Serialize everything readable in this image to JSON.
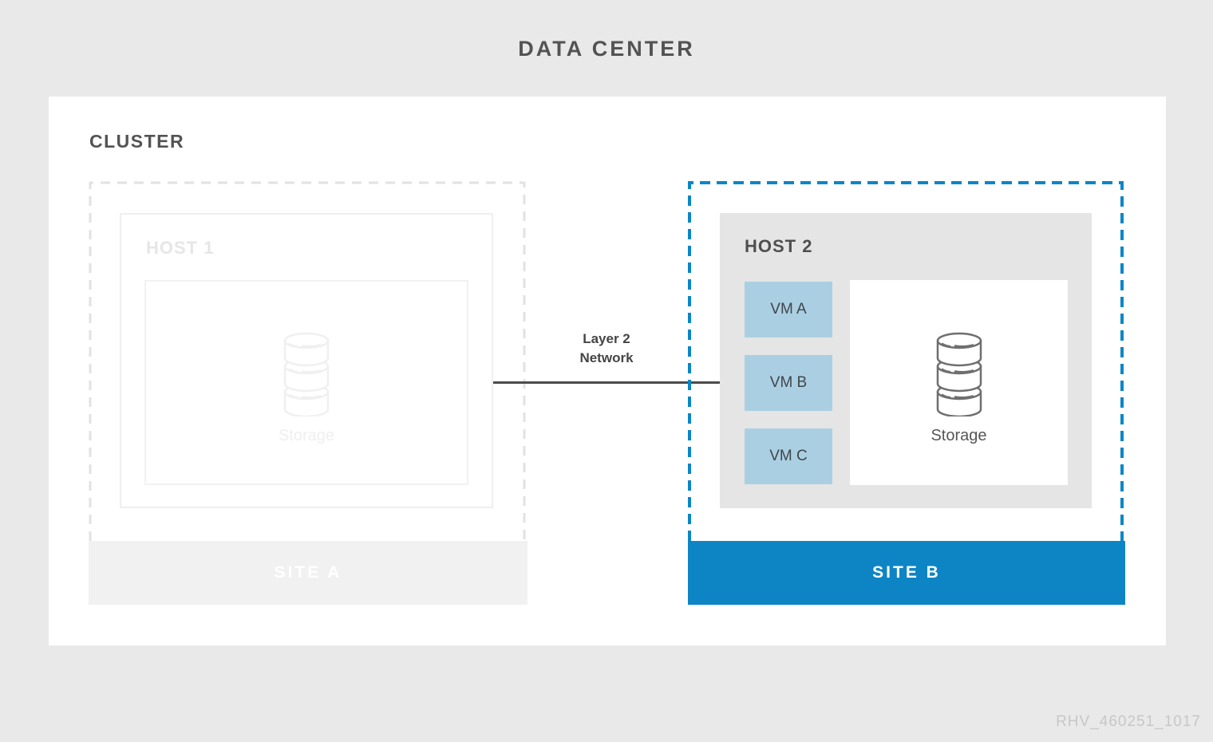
{
  "title": "DATA CENTER",
  "cluster": {
    "label": "CLUSTER"
  },
  "site_a": {
    "host_label": "HOST 1",
    "storage_label": "Storage",
    "site_label": "SITE A",
    "state": "inactive-faded"
  },
  "site_b": {
    "host_label": "HOST 2",
    "vms": [
      {
        "label": "VM A"
      },
      {
        "label": "VM B"
      },
      {
        "label": "VM C"
      }
    ],
    "storage_label": "Storage",
    "site_label": "SITE B",
    "state": "active-highlighted"
  },
  "network": {
    "label_line1": "Layer 2",
    "label_line2": "Network"
  },
  "watermark": "RHV_460251_1017",
  "colors": {
    "page_background": "#e9e9e9",
    "panel_white": "#ffffff",
    "accent_blue_bar": "#0d85c5",
    "dashed_blue": "#0a86c8",
    "vm_blue": "#abcfe2",
    "host2_gray": "#e5e5e5",
    "faded_gray": "#efefef",
    "text_dark_gray": "#4f4f4f",
    "network_line_gray": "#4b4b4b",
    "watermark_gray": "#c7c7c7"
  }
}
